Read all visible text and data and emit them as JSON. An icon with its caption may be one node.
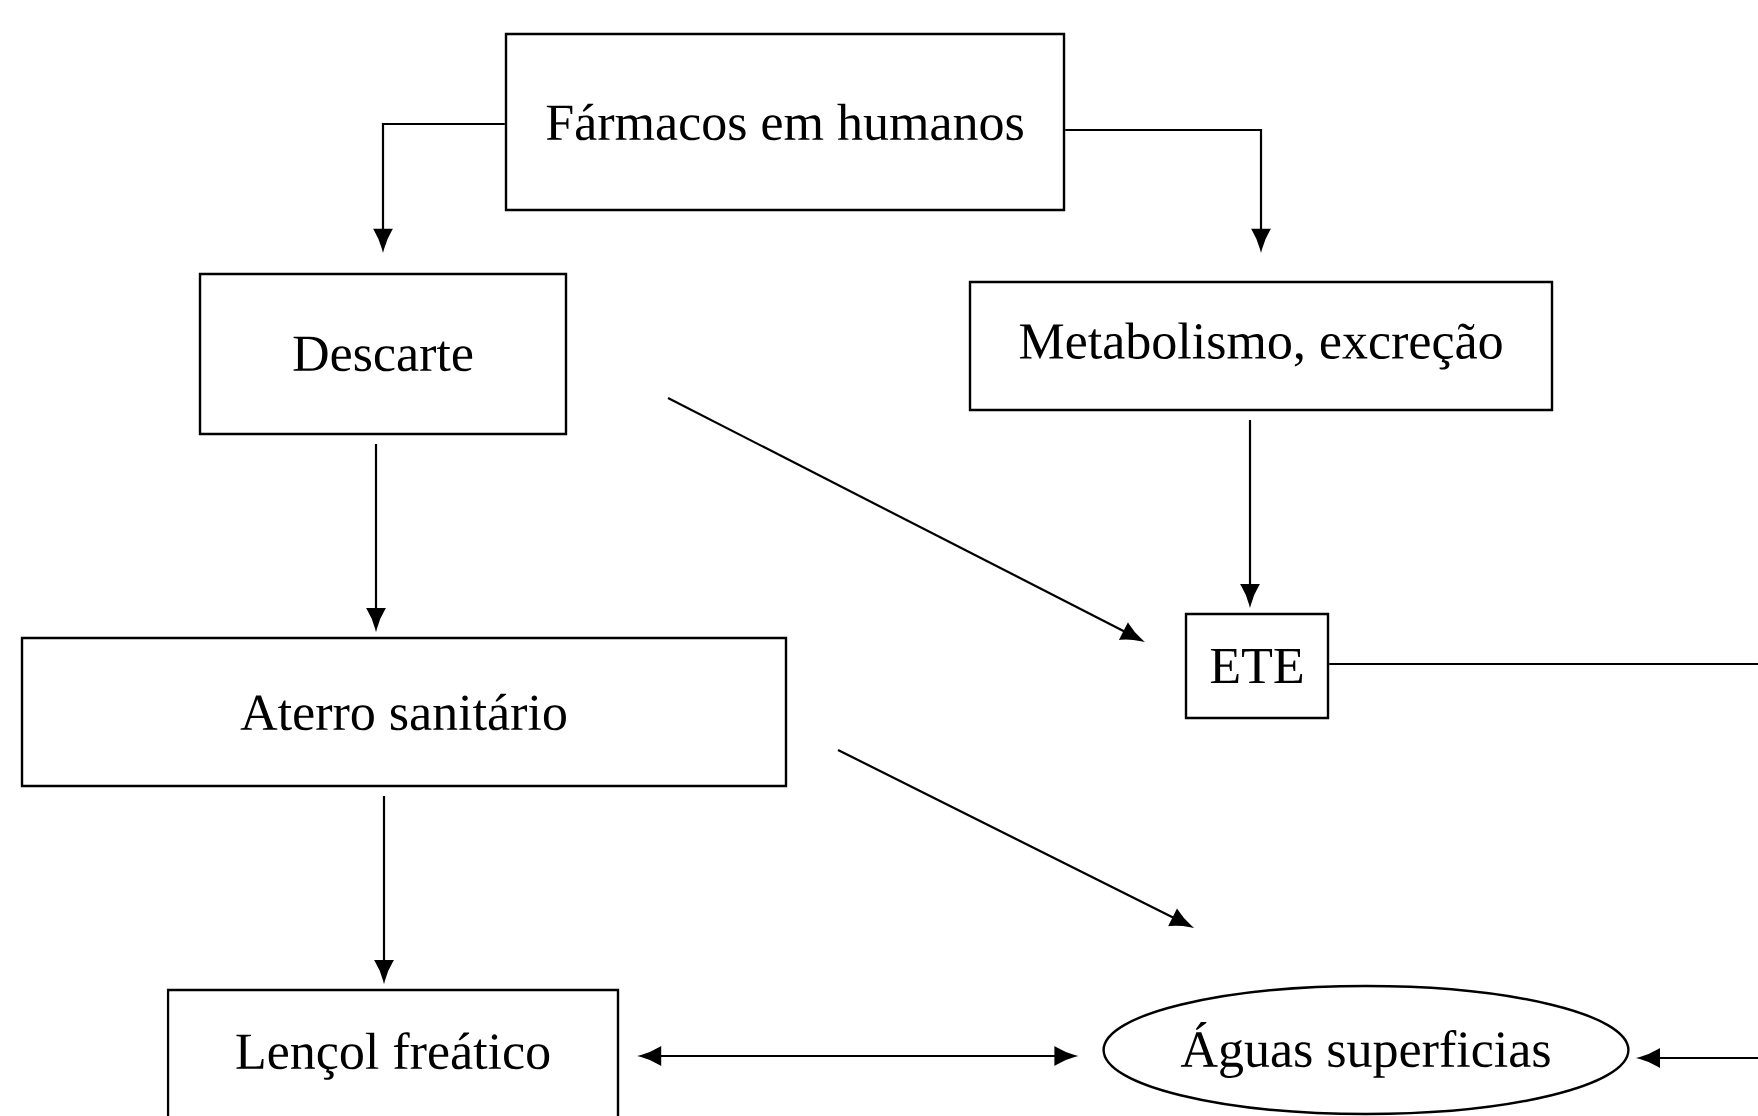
{
  "diagram": {
    "nodes": [
      {
        "text": [
          "Fármacos em humanos"
        ]
      },
      {
        "text": [
          "Descarte"
        ]
      },
      {
        "text": [
          "Metabolismo, excreção"
        ]
      },
      {
        "text": [
          "ETE"
        ]
      },
      {
        "text": [
          "Aterro sanitário"
        ]
      },
      {
        "text": [
          "Lençol freático"
        ]
      },
      {
        "text": [
          "Águas superficias"
        ]
      }
    ],
    "edges": [
      {
        "from": 0,
        "to": 1,
        "arrow": "to"
      },
      {
        "from": 0,
        "to": 2,
        "arrow": "to"
      },
      {
        "from": 1,
        "to": 3,
        "arrow": "to"
      },
      {
        "from": 2,
        "to": 3,
        "arrow": "to"
      },
      {
        "from": 1,
        "to": 4,
        "arrow": "to"
      },
      {
        "from": 3,
        "to": 6,
        "arrow": "to"
      },
      {
        "from": 4,
        "to": 6,
        "arrow": "to"
      },
      {
        "from": 4,
        "to": 5,
        "arrow": "to"
      },
      {
        "from": 5,
        "to": 6,
        "arrow": "both"
      }
    ]
  }
}
